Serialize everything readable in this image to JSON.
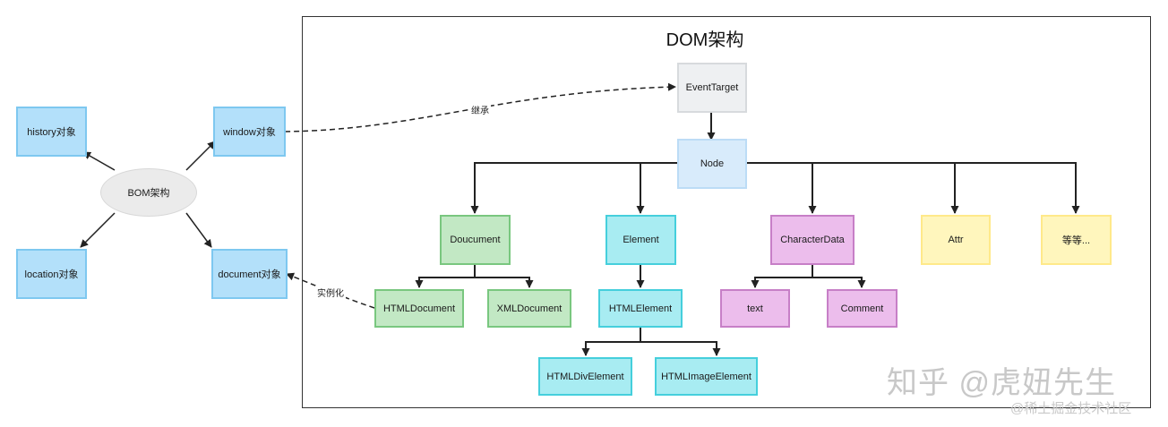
{
  "title": "DOM架构",
  "bom": {
    "center": "BOM架构",
    "history": "history对象",
    "window": "window对象",
    "location": "location对象",
    "document": "document对象"
  },
  "dom": {
    "event_target": "EventTarget",
    "node": "Node",
    "document": "Doucument",
    "element": "Element",
    "character_data": "CharacterData",
    "attr": "Attr",
    "etc": "等等...",
    "html_document": "HTMLDocument",
    "xml_document": "XMLDocument",
    "html_element": "HTMLElement",
    "text": "text",
    "comment": "Comment",
    "html_div_element": "HTMLDivElement",
    "html_image_element": "HTMLImageElement"
  },
  "edge_labels": {
    "inherit": "继承",
    "instantiate": "实例化"
  },
  "watermark": {
    "main": "知乎 @虎妞先生",
    "sub": "@稀土掘金技术社区"
  },
  "colors": {
    "bom_fill": "#b3e0fa",
    "gray_fill": "#eef0f2",
    "node_fill": "#d8ebfb",
    "green_fill": "#c2e8c4",
    "cyan_fill": "#a8ecf2",
    "pink_fill": "#ecbdec",
    "yellow_fill": "#fff6bd",
    "line": "#222222"
  }
}
